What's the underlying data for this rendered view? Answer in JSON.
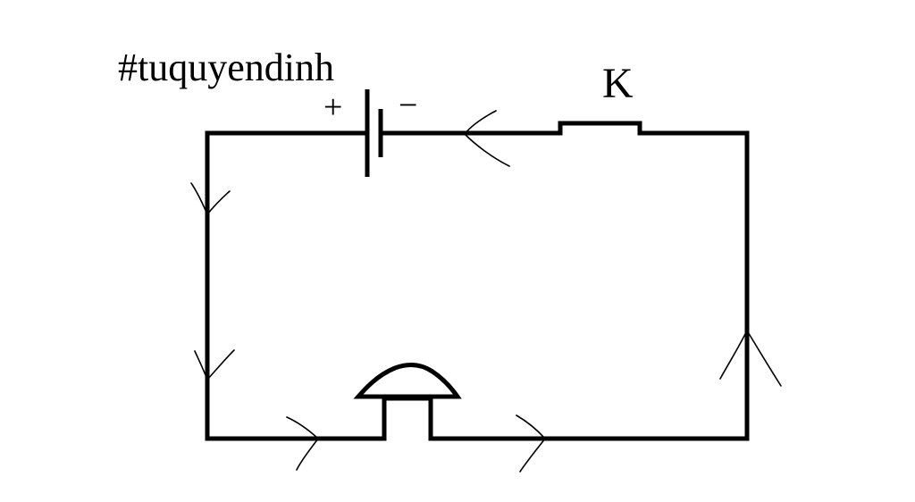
{
  "watermark": "#tuquyendinh",
  "switch_label": "K",
  "battery": {
    "plus_sign": "+",
    "minus_sign": "−"
  },
  "colors": {
    "background": "#ffffff",
    "ink": "#000000"
  },
  "components": [
    "battery",
    "switch",
    "bell"
  ],
  "current_direction": "counter-clockwise"
}
